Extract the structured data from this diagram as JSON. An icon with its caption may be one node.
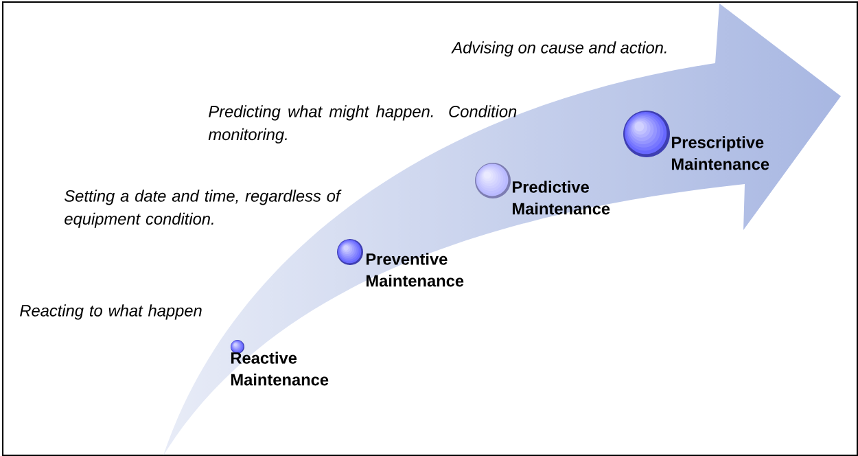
{
  "diagram": {
    "nodes": [
      {
        "text": [
          "Reactive Maintenance"
        ],
        "beside": [
          "Reacting to what happen"
        ]
      },
      {
        "text": [
          "Preventive Maintenance"
        ],
        "beside": [
          "Setting a date and time, regardless of equipment condition."
        ]
      },
      {
        "text": [
          "Predictive Maintenance"
        ],
        "beside": [
          "Predicting what might happen. Condition monitoring."
        ]
      },
      {
        "text": [
          "Prescriptive Maintenance"
        ]
      }
    ],
    "labels": [
      "Advising on cause and action."
    ]
  }
}
